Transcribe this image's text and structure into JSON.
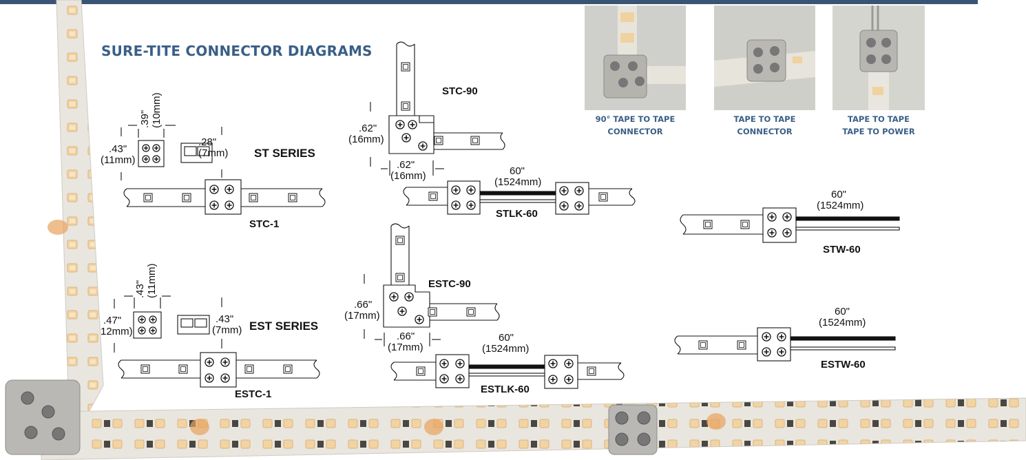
{
  "header": {
    "title": "SURE-TITE CONNECTOR DIAGRAMS"
  },
  "photos": [
    {
      "caption_line1": "90° TAPE TO TAPE",
      "caption_line2": "CONNECTOR"
    },
    {
      "caption_line1": "TAPE TO TAPE",
      "caption_line2": "CONNECTOR"
    },
    {
      "caption_line1": "TAPE TO TAPE",
      "caption_line2": "TAPE TO POWER"
    }
  ],
  "st_series": {
    "series_label": "ST SERIES",
    "width_in": ".39\"",
    "width_mm": "(10mm)",
    "height_in": ".43\"",
    "height_mm": "(11mm)",
    "profile_in": ".28\"",
    "profile_mm": "(7mm)",
    "connector_label": "STC-1"
  },
  "est_series": {
    "series_label": "EST SERIES",
    "width_in": ".43\"",
    "width_mm": "(11mm)",
    "height_in": ".47\"",
    "height_mm": "12mm)",
    "profile_in": ".43\"",
    "profile_mm": "(7mm)",
    "connector_label": "ESTC-1"
  },
  "stc90": {
    "label": "STC-90",
    "h_in": ".62\"",
    "h_mm": "(16mm)",
    "w_in": ".62\"",
    "w_mm": "(16mm)"
  },
  "estc90": {
    "label": "ESTC-90",
    "h_in": ".66\"",
    "h_mm": "(17mm)",
    "w_in": ".66\"",
    "w_mm": "(17mm)"
  },
  "stlk60": {
    "label": "STLK-60",
    "len_in": "60\"",
    "len_mm": "(1524mm)"
  },
  "estlk60": {
    "label": "ESTLK-60",
    "len_in": "60\"",
    "len_mm": "(1524mm)"
  },
  "stw60": {
    "label": "STW-60",
    "len_in": "60\"",
    "len_mm": "(1524mm)"
  },
  "estw60": {
    "label": "ESTW-60",
    "len_in": "60\"",
    "len_mm": "(1524mm)"
  },
  "colors": {
    "header_bar": "#3a5573",
    "title": "#3a5f87",
    "caption": "#3a5f87",
    "tape": "#e8e4dc",
    "led": "#f2d3a3"
  }
}
